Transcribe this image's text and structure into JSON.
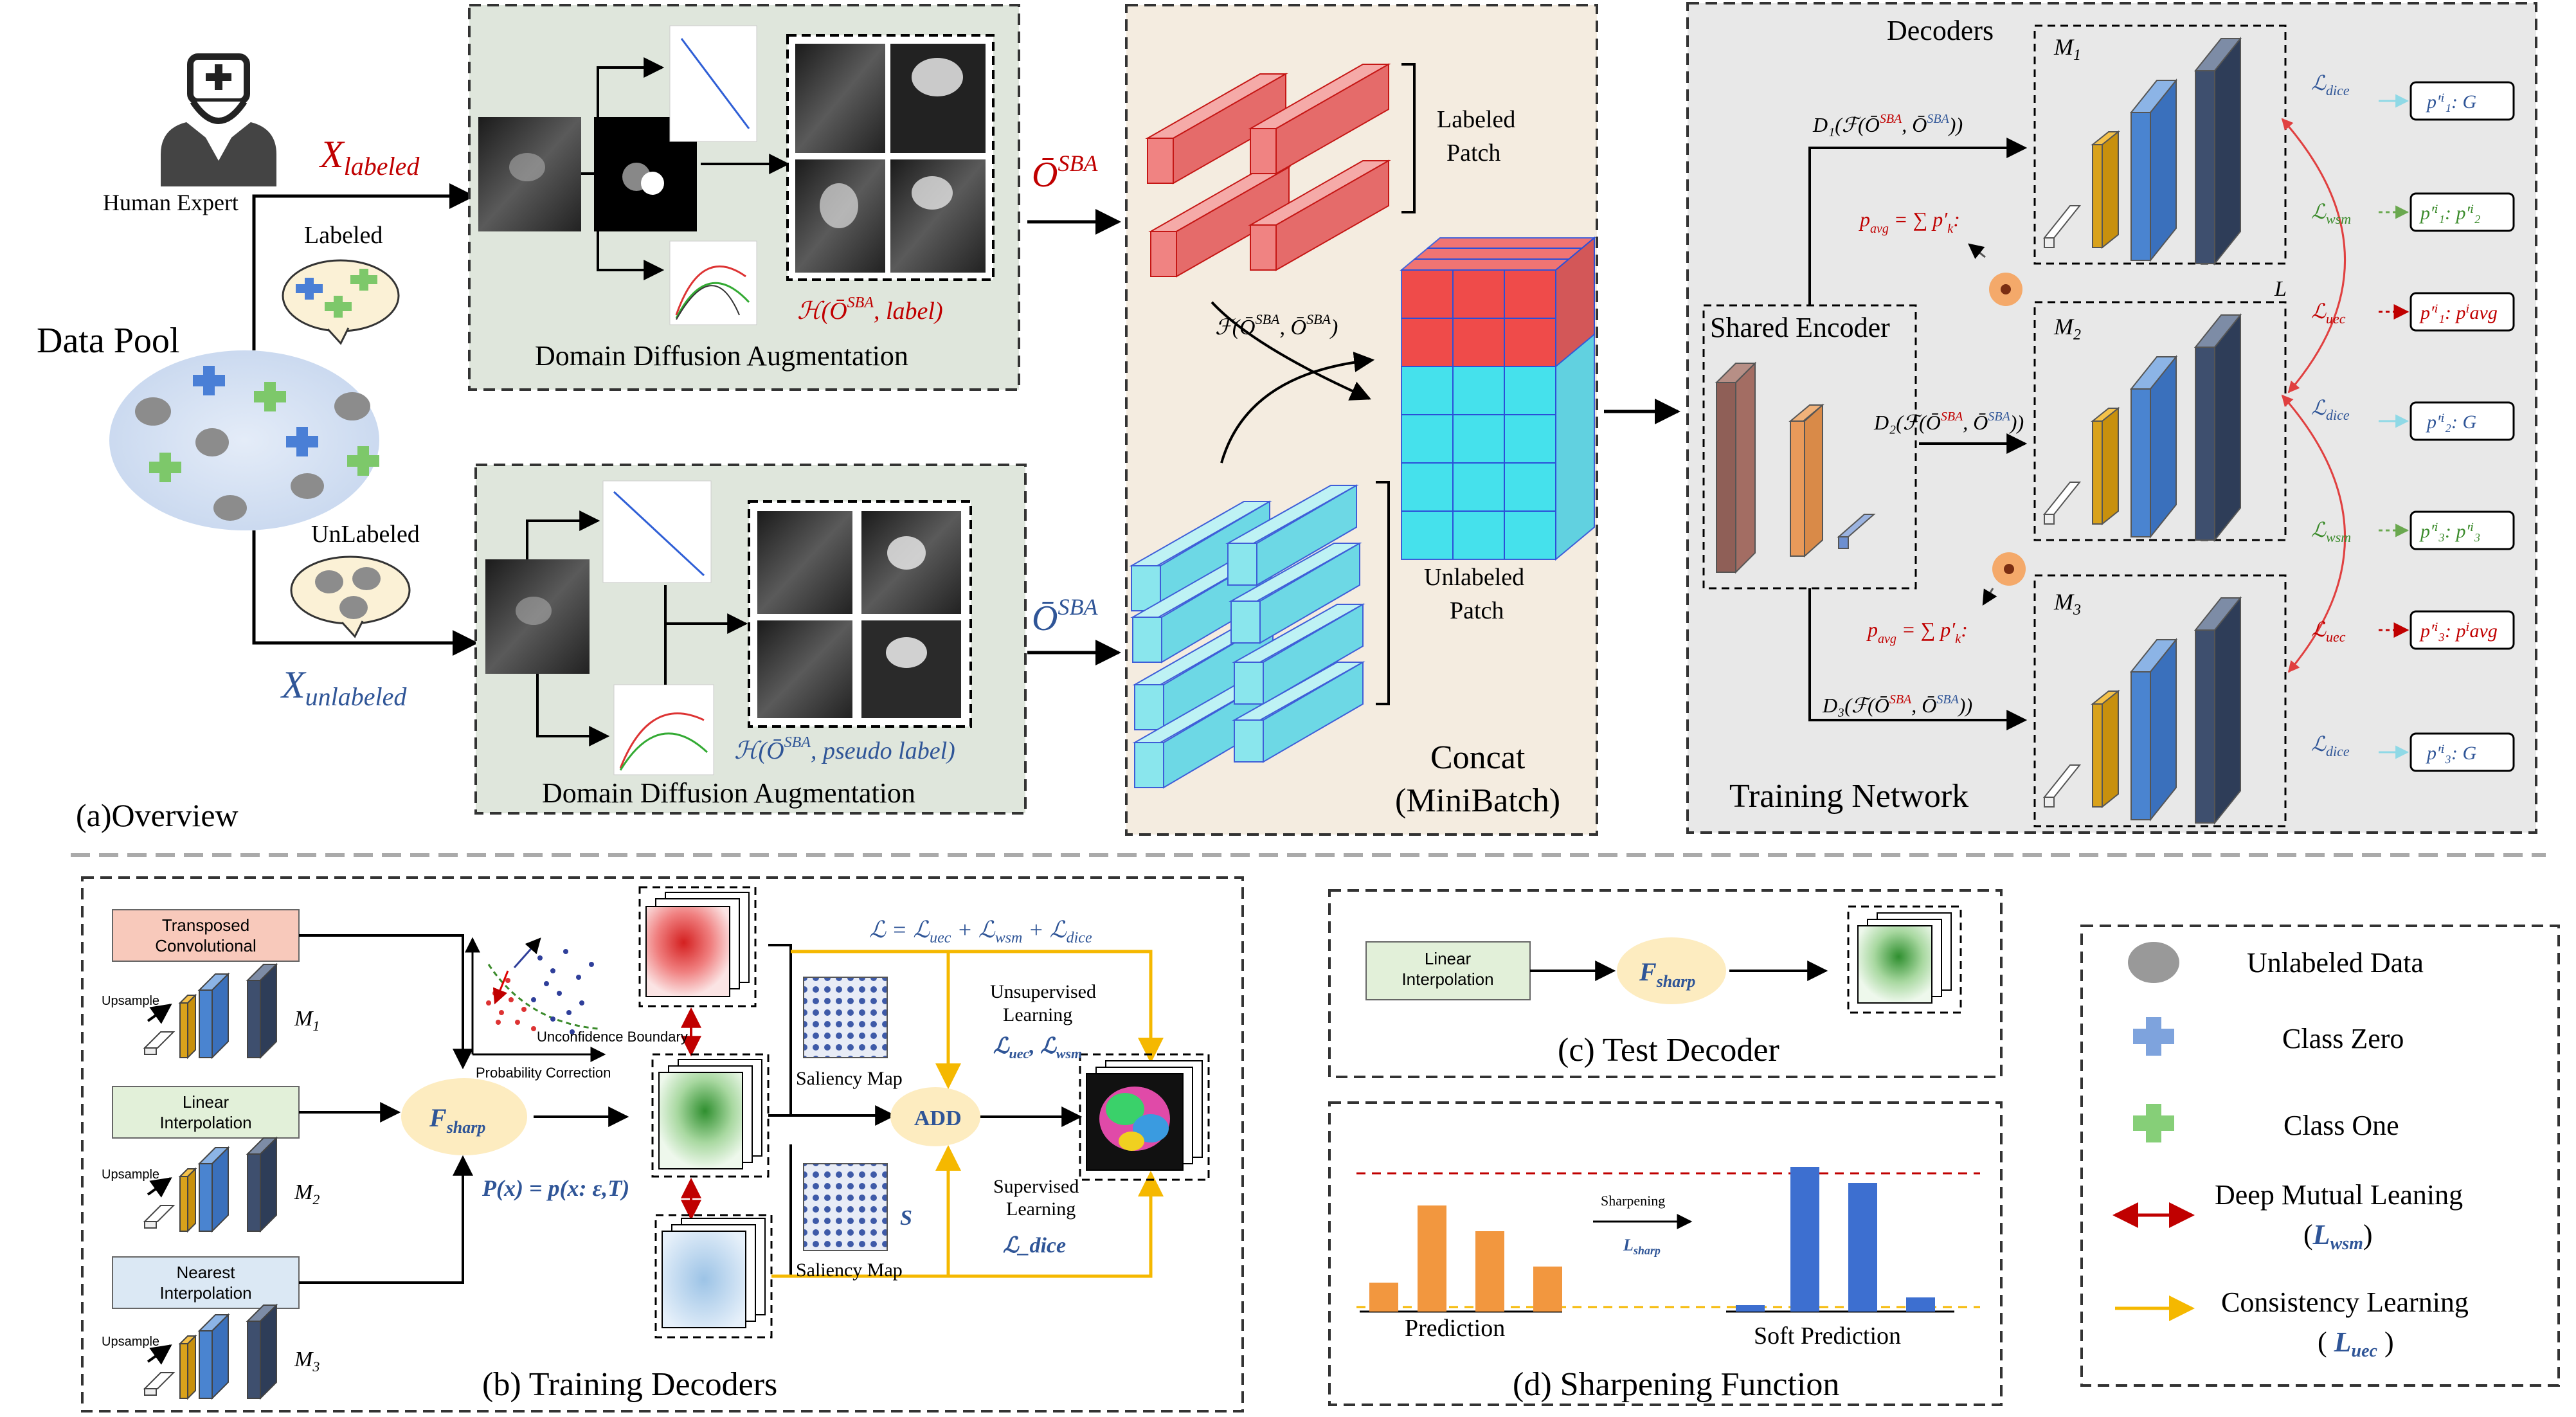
{
  "overview": {
    "caption": "(a)Overview",
    "human_expert": "Human Expert",
    "data_pool": "Data Pool",
    "labeled": "Labeled",
    "unlabeled": "UnLabeled",
    "x_labeled": "X",
    "x_labeled_sub": "labeled",
    "x_unlabeled": "X",
    "x_unlabeled_sub": "unlabeled",
    "dda_top": "Domain Diffusion Augmentation",
    "dda_bottom": "Domain Diffusion Augmentation",
    "h_label_top": "ℋ(Ō",
    "h_label_top_sup": "SBA",
    "h_label_top_end": ", label)",
    "h_label_bottom": "ℋ(Ō",
    "h_label_bottom_sup": "SBA",
    "h_label_bottom_end": ", pseudo label)",
    "o_sba_top": "Ō",
    "o_sba_top_sup": "SBA",
    "o_sba_bottom": "Ō",
    "o_sba_bottom_sup": "SBA",
    "labeled_patch_1": "Labeled",
    "labeled_patch_2": "Patch",
    "unlabeled_patch_1": "Unlabeled",
    "unlabeled_patch_2": "Patch",
    "f_func": "ℱ(Ō",
    "f_func_sup1": "SBA",
    "f_func_mid": ", Ō",
    "f_func_sup2": "SBA",
    "f_func_end": ")",
    "concat_1": "Concat",
    "concat_2": "(MiniBatch)",
    "decoders": "Decoders",
    "shared_encoder": "Shared Encoder",
    "training_network": "Training Network",
    "m1": "M",
    "m1_sub": "1",
    "m2": "M",
    "m2_sub": "2",
    "m3": "M",
    "m3_sub": "3",
    "d1": "D₁(ℱ(Ō",
    "d1_sup": "SBA",
    "d1_mid": ", Ō",
    "d1_sup2": "SBA",
    "d1_end": "))",
    "d2": "D₂(ℱ(Ō",
    "d2_sup": "SBA",
    "d2_mid": ", Ō",
    "d2_sup2": "SBA",
    "d2_end": "))",
    "d3": "D₃(ℱ(Ō",
    "d3_sup": "SBA",
    "d3_mid": ", Ō",
    "d3_sup2": "SBA",
    "d3_end": "))",
    "p_avg_top": "p",
    "p_avg_top_rest": " = ∑ p′",
    "p_avg_bottom": "p",
    "p_avg_bottom_rest": " = ∑ p′",
    "avg_sub": "avg",
    "sup_i": "i",
    "k_sub": "k",
    "L_big": "L",
    "loss_dice": "ℒ",
    "loss_dice_sub": "dice",
    "loss_wsm": "ℒ",
    "loss_wsm_sub": "wsm",
    "loss_uec": "ℒ",
    "loss_uec_sub": "uec",
    "out_1": "p′ⁱ₁: G",
    "out_2": "p′ⁱ₁: p′ⁱ₂",
    "out_3": "p′ⁱ₁: pⁱavg",
    "out_4": "p′ⁱ₂: G",
    "out_5": "p′ⁱ₃: p′ⁱ₃",
    "out_6": "p′ⁱ₃: pⁱavg",
    "out_7": "p′ⁱ₃: G"
  },
  "training_decoders": {
    "caption": "(b) Training Decoders",
    "transposed": "Transposed\nConvolutional",
    "transposed_1": "Transposed",
    "transposed_2": "Convolutional",
    "linear_1": "Linear",
    "linear_2": "Interpolation",
    "nearest_1": "Nearest",
    "nearest_2": "Interpolation",
    "upsample": "Upsample",
    "m1": "M",
    "m1_sub": "1",
    "m2": "M",
    "m2_sub": "2",
    "m3": "M",
    "m3_sub": "3",
    "f_sharp": "F",
    "f_sharp_sub": "sharp",
    "px": "P(x) = p(x: ε,T)",
    "unconfidence": "Unconfidence Boundary",
    "prob_correction": "Probability Correction",
    "loss_total": "ℒ = ℒ",
    "loss_total_uec": "uec",
    "loss_total_plus1": " + ℒ",
    "loss_total_wsm": "wsm",
    "loss_total_plus2": " + ℒ",
    "loss_total_dice": "dice",
    "unsup_1": "Unsupervised",
    "unsup_2": "Learning",
    "unsup_loss": "ℒ",
    "unsup_loss_sub1": "uec",
    "unsup_loss_mid": ", ℒ",
    "unsup_loss_sub2": "wsm",
    "saliency_top": "Saliency Map",
    "saliency_bottom": "Saliency Map",
    "add": "ADD",
    "s": "S",
    "sup_1": "Supervised",
    "sup_2": "Learning",
    "sup_loss": "ℒ_dice"
  },
  "test_decoder": {
    "caption": "(c) Test Decoder",
    "linear_1": "Linear",
    "linear_2": "Interpolation",
    "f_sharp": "F",
    "f_sharp_sub": "sharp"
  },
  "sharpening": {
    "caption": "(d) Sharpening Function",
    "prediction": "Prediction",
    "soft_prediction": "Soft Prediction",
    "sharpening": "Sharpening",
    "l_sharp": "L",
    "l_sharp_sub": "sharp"
  },
  "legend": {
    "unlabeled_data": "Unlabeled Data",
    "class_zero": "Class Zero",
    "class_one": "Class One",
    "dml_1": "Deep Mutual Leaning",
    "dml_2_open": "(",
    "dml_2_L": "L",
    "dml_2_sub": "wsm",
    "dml_2_close": ")",
    "cl_1": "Consistency Learning",
    "cl_2_open": "( ",
    "cl_2_L": "L",
    "cl_2_sub": "uec",
    "cl_2_close": " )"
  },
  "colors": {
    "red_label": "#c00000",
    "blue_label": "#2f5597",
    "green_label": "#3a8a2a",
    "panel_green": "#dfe6dc",
    "panel_beige": "#f4ece0",
    "panel_gray": "#e8e8e8",
    "orange_bar": "#f2973f",
    "blue_bar": "#3d6fd0",
    "consistency_yellow": "#f5b800",
    "mutual_red": "#c00000"
  }
}
